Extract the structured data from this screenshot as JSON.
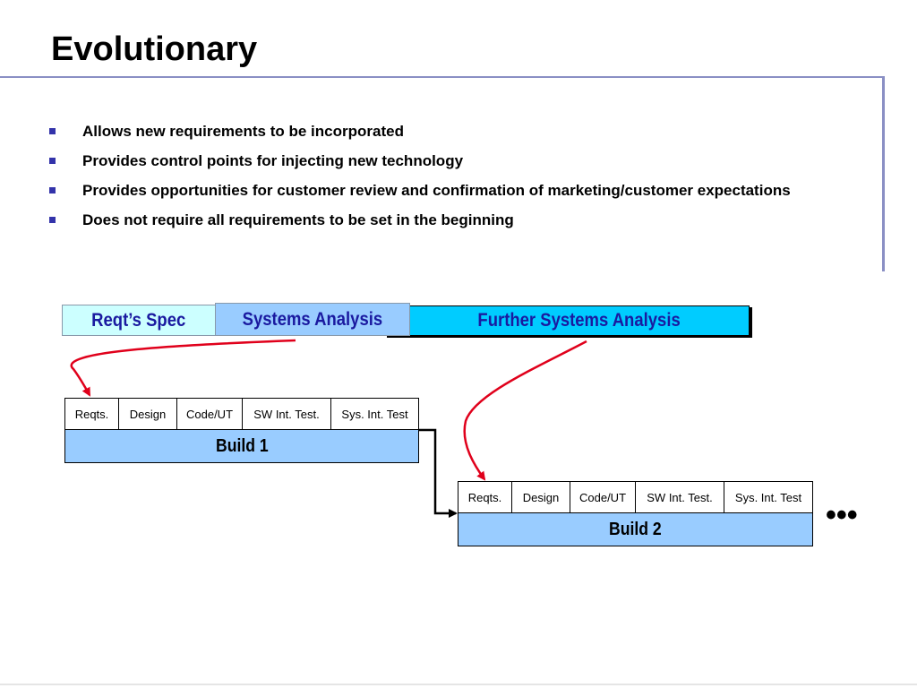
{
  "slide": {
    "title": "Evolutionary",
    "bullets": [
      "Allows new requirements to be incorporated",
      "Provides control points for injecting new technology",
      "Provides opportunities for customer review and confirmation of marketing/customer expectations",
      "Does not require all requirements to be set in the beginning"
    ]
  },
  "top_bar": {
    "reqts_spec": "Reqt’s Spec",
    "systems_analysis": "Systems Analysis",
    "further_systems_analysis": "Further Systems Analysis"
  },
  "build1": {
    "phases": [
      "Reqts.",
      "Design",
      "Code/UT",
      "SW Int. Test.",
      "Sys. Int. Test"
    ],
    "label": "Build 1"
  },
  "build2": {
    "phases": [
      "Reqts.",
      "Design",
      "Code/UT",
      "SW Int. Test.",
      "Sys. Int. Test"
    ],
    "label": "Build 2"
  },
  "continuation": "•••",
  "colors": {
    "title_rule": "#8a8fc4",
    "bullet_square": "#3333aa",
    "bar_text": "#1a1aa0",
    "reqts_spec_fill": "#ccffff",
    "systems_analysis_fill": "#99ccff",
    "further_fill": "#00ccff",
    "build_fill": "#99ccff",
    "arrow_red": "#e0001b"
  }
}
